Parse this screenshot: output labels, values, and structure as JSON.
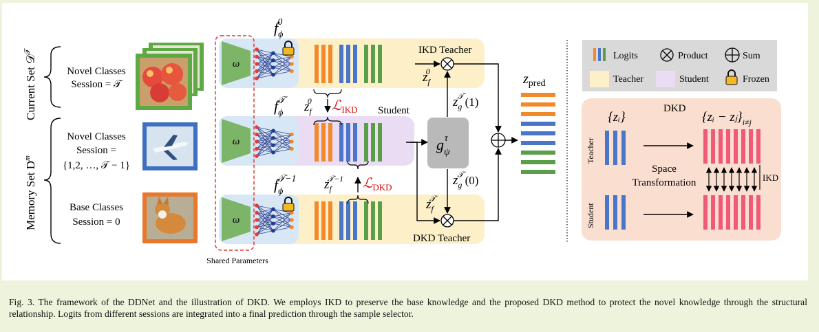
{
  "sets": {
    "current": "Current Set 𝒟",
    "current_sup": "𝒯",
    "memory": "Memory Set D",
    "memory_sup": "m"
  },
  "rows": [
    {
      "label_1": "Novel Classes",
      "label_2": "Session = 𝒯",
      "label_3": ""
    },
    {
      "label_1": "Novel Classes",
      "label_2": "Session =",
      "label_3": "{1,2, …, 𝒯 − 1}"
    },
    {
      "label_1": "Base Classes",
      "label_2": "Session = 0",
      "label_3": ""
    }
  ],
  "encoders": {
    "omega": "ω",
    "f_base": "f",
    "f_sub": "ϕ",
    "sup_top": "0",
    "sup_mid": "𝒯",
    "sup_bot": "𝒯−1"
  },
  "shared_parameters": "Shared Parameters",
  "teachers": {
    "ikd": "IKD Teacher",
    "dkd": "DKD Teacher",
    "student": "Student"
  },
  "math": {
    "z_f_0": "z",
    "z_sub": "f",
    "loss_ikd": "ℒ",
    "loss_ikd_sub": "IKD",
    "loss_dkd": "ℒ",
    "loss_dkd_sub": "DKD",
    "g_label": "g",
    "g_sup": "τ",
    "g_sub": "ψ",
    "zg1": "(1)",
    "zg0": "(0)",
    "z_pred": "z",
    "z_pred_sub": "pred"
  },
  "legend": {
    "logits": "Logits",
    "product": "Product",
    "sum": "Sum",
    "teacher": "Teacher",
    "student": "Student",
    "frozen": "Frozen"
  },
  "dkd_panel": {
    "title": "DKD",
    "set_zi": "{zᵢ}",
    "set_diff": "{zᵢ − zⱼ}",
    "set_diff_sub": "i≠j",
    "teacher": "Teacher",
    "student": "Student",
    "space": "Space",
    "transformation": "Transformation",
    "ikd": "IKD"
  },
  "caption": "Fig. 3.  The framework of the DDNet and the illustration of DKD. We employs IKD to preserve the base knowledge and the proposed DKD method to protect the novel knowledge through the structural relationship. Logits from different sessions are integrated into a final prediction through the sample selector.",
  "colors": {
    "teacher_bg": "#fdf0c8",
    "student_bg": "#eadcf2",
    "encoder_bg": "#d8e7f5",
    "omega": "#7cb567",
    "orange": "#f08a2a",
    "blue": "#4a76c9",
    "green": "#5a9e4a",
    "pink": "#ee5a78",
    "gray": "#b9b9b9",
    "dkd_bg": "#fadfd0",
    "red_dash": "#e53935"
  }
}
